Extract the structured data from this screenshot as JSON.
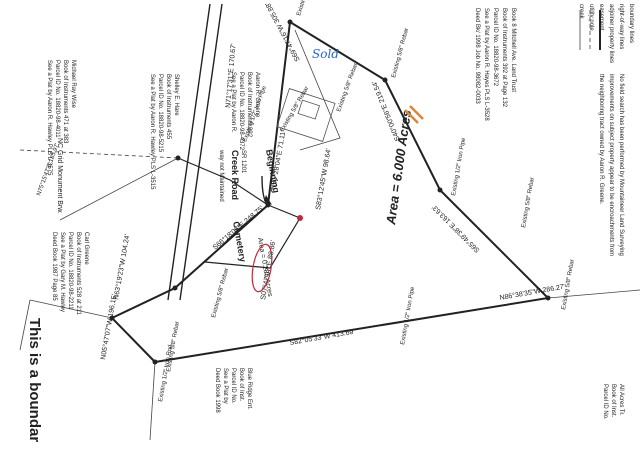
{
  "legend": {
    "items": [
      "boundary lines",
      "right-of-way lines",
      "adjoiner property lines",
      "easement",
      "utility pole",
      "creek"
    ],
    "notes": [
      "No field search has been performed by Mountaineer Land Surveying",
      "improvements on subject property appear to be encroachments from",
      "the neighboring tract owned by Aaron R. Greene."
    ]
  },
  "deed_block": [
    "Book 8 Mitchell Ave. Land Trust",
    "Book of Instruments 392 at Page 132",
    "Parcel ID No. 18820-98-3672",
    "See a Plat by Aaron R. Hayes PLS L-3528",
    "Deed Bk/ 1998 Job No. 98082-0033"
  ],
  "labels": {
    "beginning": "Beginning",
    "area": "Area = 6.000 Acres",
    "cemetery": "Cemetery",
    "cemetery_area": "Area = 0.285 Acres",
    "bottom_note": "This is a boundar",
    "sold": "Sold",
    "road": "Creek Road",
    "road_sub": "way not Maintained",
    "road_no": "SR 1201",
    "benchmark": "NC Grid Monument Brw.",
    "tie": "N75°15'47\"E 185.97'"
  },
  "markers": [
    "Existing 5/8\" Rebar",
    "Existing 5/8\" Rebar",
    "Existing 1/2\" Iron Pipe",
    "Existing 5/8\" Rebar",
    "Existing 5/8\" Rebar",
    "Existing 1/2\" Iron Pipe",
    "Existing 5/8\" Rebar",
    "Existing 5/8\" Rebar",
    "Existing 5/8\" Rebar",
    "Existing 1/2\" Iron Pipe",
    "Existing 5/8\" Rebar",
    "Existing 1/2\" Iron Rod"
  ],
  "bearings": [
    "S69°47'16\"W 305.88'",
    "S40°00'56\"E 219.54'",
    "S65°49'38\"E 163.63'",
    "N86°38'35\"W 286.27'",
    "S82°05'33\"W 413.69'",
    "N63°19'23\"W 104.24'",
    "N05°47'07\"W 196.15'",
    "S66°18'03\"E 248.75'",
    "S83°12'45\"W 98.64'",
    "N51°28'04\"E 71.11'",
    "S07°47'07\"E 88.86'",
    "N71°17'31\"E 170.67'"
  ],
  "adjoiners": [
    [
      "Aaron R. Greene",
      "Book of Instruments 392",
      "Parcel ID No. 18820-98-4372",
      "See a Plat by Aaron R."
    ],
    [
      "Michael Ray Wise",
      "Book of Instruments 471 at 383",
      "Parcel ID No. 18820-98-4011",
      "See a Plat by Aaron R. Hawley PLS L-3575"
    ],
    [
      "Carl Greene",
      "Book of Instruments 528 at 211",
      "Parcel ID No. 18820-98-2211",
      "See a Plat by Gary M. Hawley",
      "Deed Book 1987 Page 85"
    ],
    [
      "Shelley E. Hare",
      "Book of Instruments 455",
      "Parcel ID No. 18820-98-5215",
      "See a Plat by Aaron R. Hawley PLS L-3515"
    ],
    [
      "Blue Ridge Ent.",
      "Book of Inst.",
      "Parcel ID No.",
      "See a Plat by",
      "Deed Book 1998"
    ],
    [
      "All Acres Tr.",
      "Book of Inst.",
      "Parcel ID No."
    ]
  ],
  "colors": {
    "ink": "#222222",
    "pen_blue": "#2a62c9",
    "pen_red": "#c0283c",
    "rust": "#d9863b"
  }
}
